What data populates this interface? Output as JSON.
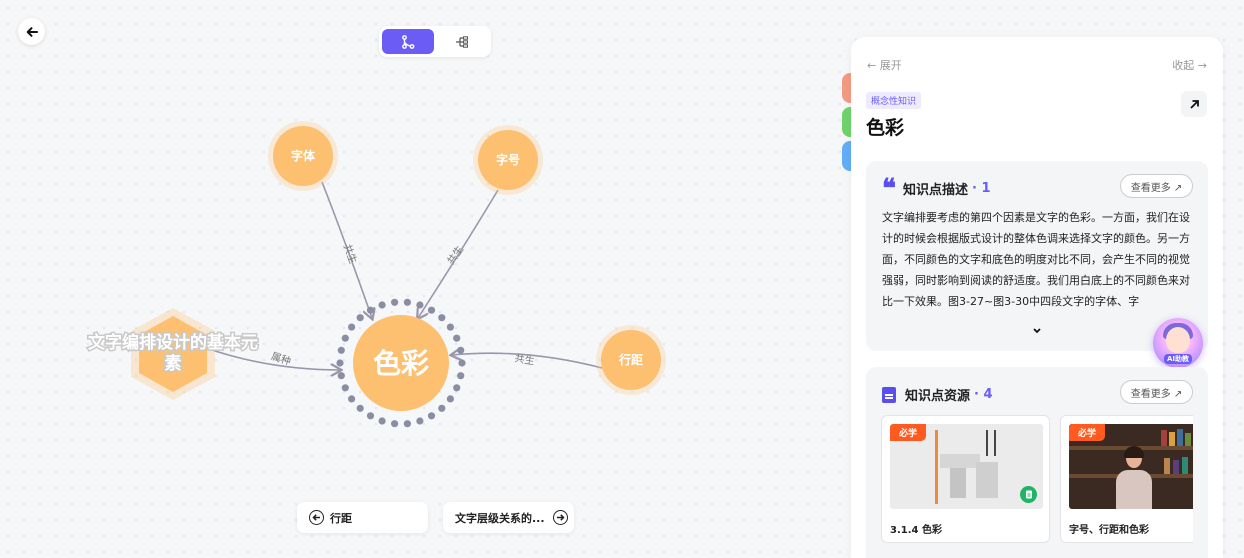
{
  "toolbar": {
    "back_icon": "arrow-left-icon",
    "view_modes": [
      {
        "name": "graph-view",
        "icon": "branch-icon",
        "active": true
      },
      {
        "name": "tree-view",
        "icon": "tree-icon",
        "active": false
      }
    ]
  },
  "graph": {
    "center": {
      "label": "色彩",
      "color": "#fdbf70"
    },
    "nodes": [
      {
        "id": "font",
        "label": "字体"
      },
      {
        "id": "size",
        "label": "字号"
      },
      {
        "id": "spacing",
        "label": "行距"
      },
      {
        "id": "parent",
        "label_line1": "文字编排设计的基本元",
        "label_line2": "素"
      }
    ],
    "edges": [
      {
        "from": "font",
        "label": "共生"
      },
      {
        "from": "size",
        "label": "共生"
      },
      {
        "from": "spacing",
        "label": "共生"
      },
      {
        "from": "parent",
        "label": "属种"
      }
    ],
    "node_color": "#fdbf70",
    "edge_color": "#9a97ad"
  },
  "nav": {
    "prev_label": "行距",
    "next_label": "文字层级关系的..."
  },
  "side_tabs": [
    "#f59a82",
    "#6fd36a",
    "#62aef6"
  ],
  "panel": {
    "expand_label": "← 展开",
    "collapse_label": "收起 →",
    "tag": "概念性知识",
    "title": "色彩",
    "description": {
      "heading": "知识点描述",
      "count": "· 1",
      "more_label": "查看更多 ↗",
      "text": "文字编排要考虑的第四个因素是文字的色彩。一方面，我们在设计的时候会根据版式设计的整体色调来选择文字的颜色。另一方面，不同颜色的文字和底色的明度对比不同，会产生不同的视觉强弱，同时影响到阅读的舒适度。我们用白底上的不同颜色来对比一下效果。图3-27~图3-30中四段文字的字体、字"
    },
    "ai_label": "AI助教",
    "resources": {
      "heading": "知识点资源",
      "count": "· 4",
      "more_label": "查看更多 ↗",
      "items": [
        {
          "tag": "必学",
          "name": "3.1.4 色彩"
        },
        {
          "tag": "必学",
          "name": "字号、行距和色彩"
        }
      ]
    }
  },
  "colors": {
    "accent": "#6b5cf6",
    "must_tag": "#ff5a1f"
  }
}
